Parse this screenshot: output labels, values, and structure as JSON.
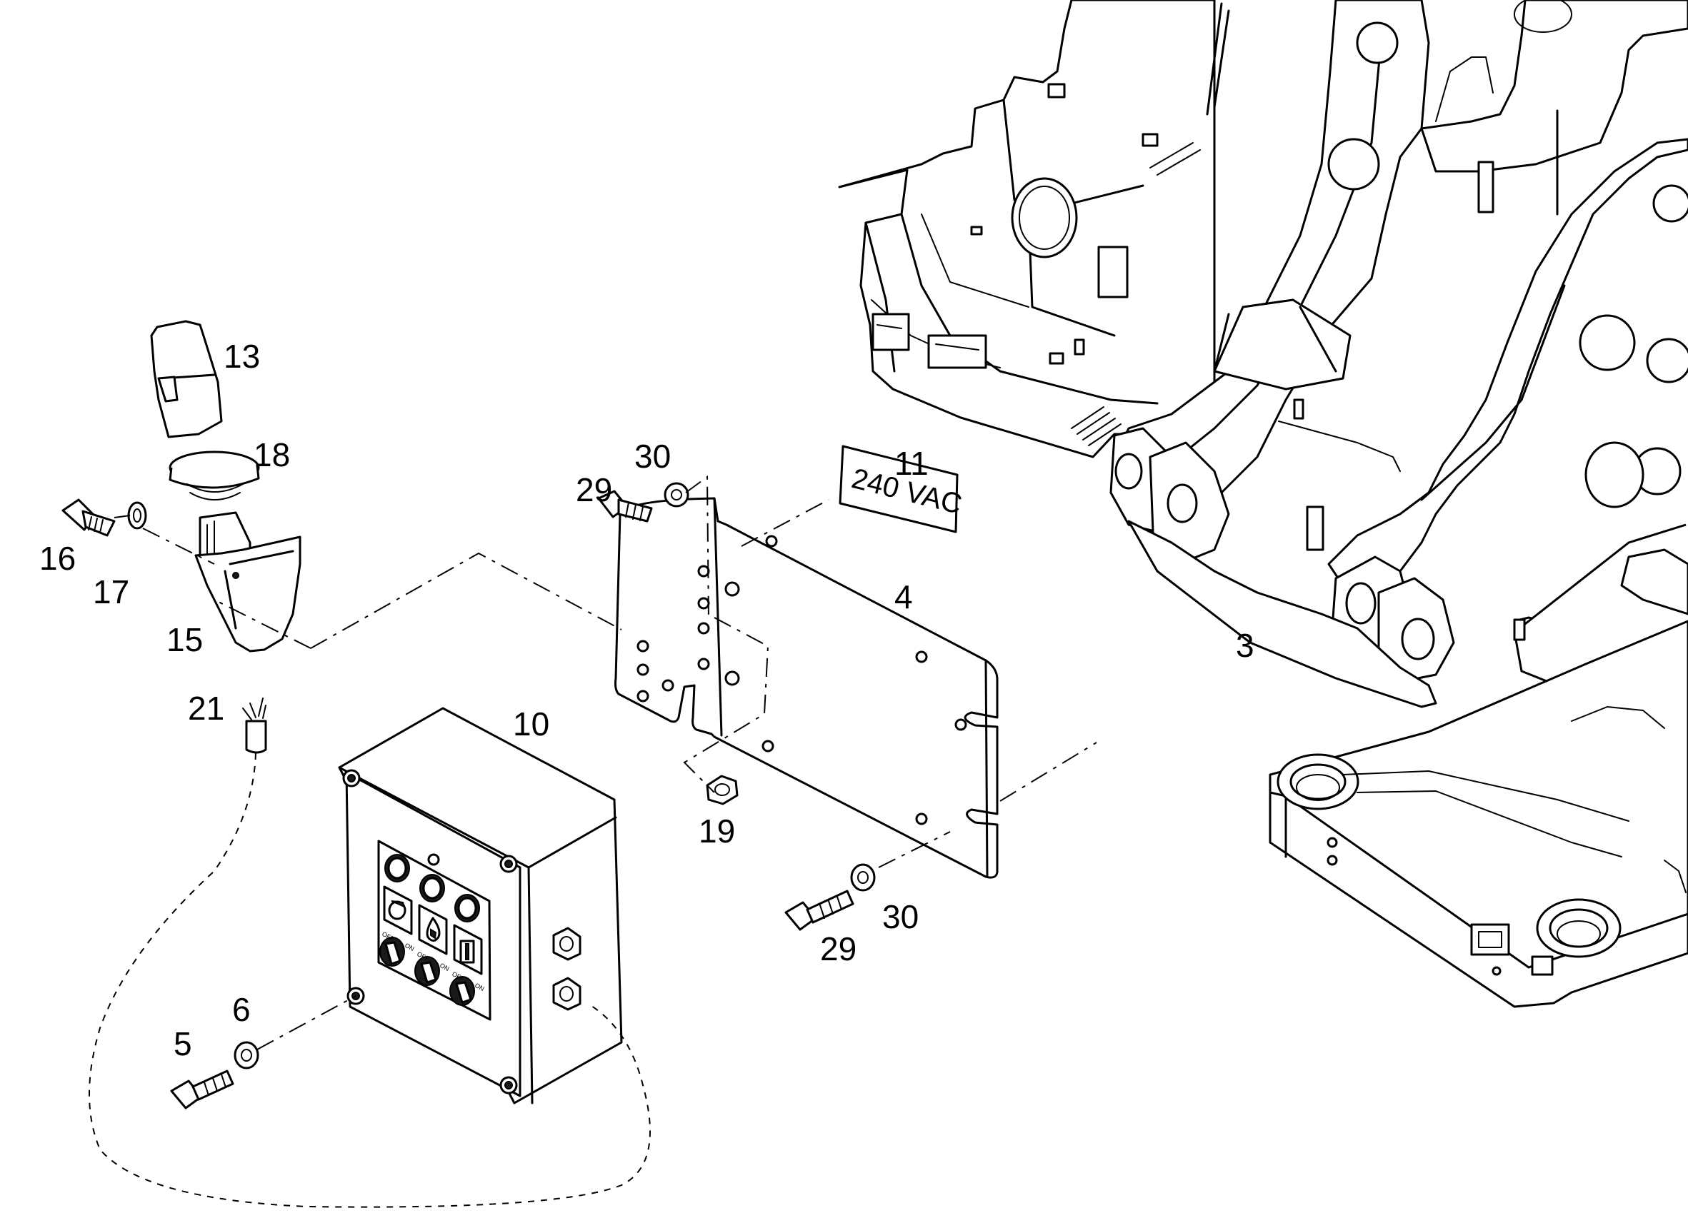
{
  "callouts": {
    "c3": "3",
    "c4": "4",
    "c5": "5",
    "c6": "6",
    "c10": "10",
    "c11": "11",
    "c13": "13",
    "c15": "15",
    "c16": "16",
    "c17": "17",
    "c18": "18",
    "c19": "19",
    "c21": "21",
    "c29a": "29",
    "c29b": "29",
    "c30a": "30",
    "c30b": "30"
  },
  "decal": {
    "text": "240 VAC"
  },
  "panel_switch_labels": [
    "OFF",
    "ON",
    "OFF",
    "ON",
    "OFF",
    "ON"
  ],
  "icons": [
    "hour-meter-icon",
    "oil-drop-icon",
    "battery-icon"
  ]
}
